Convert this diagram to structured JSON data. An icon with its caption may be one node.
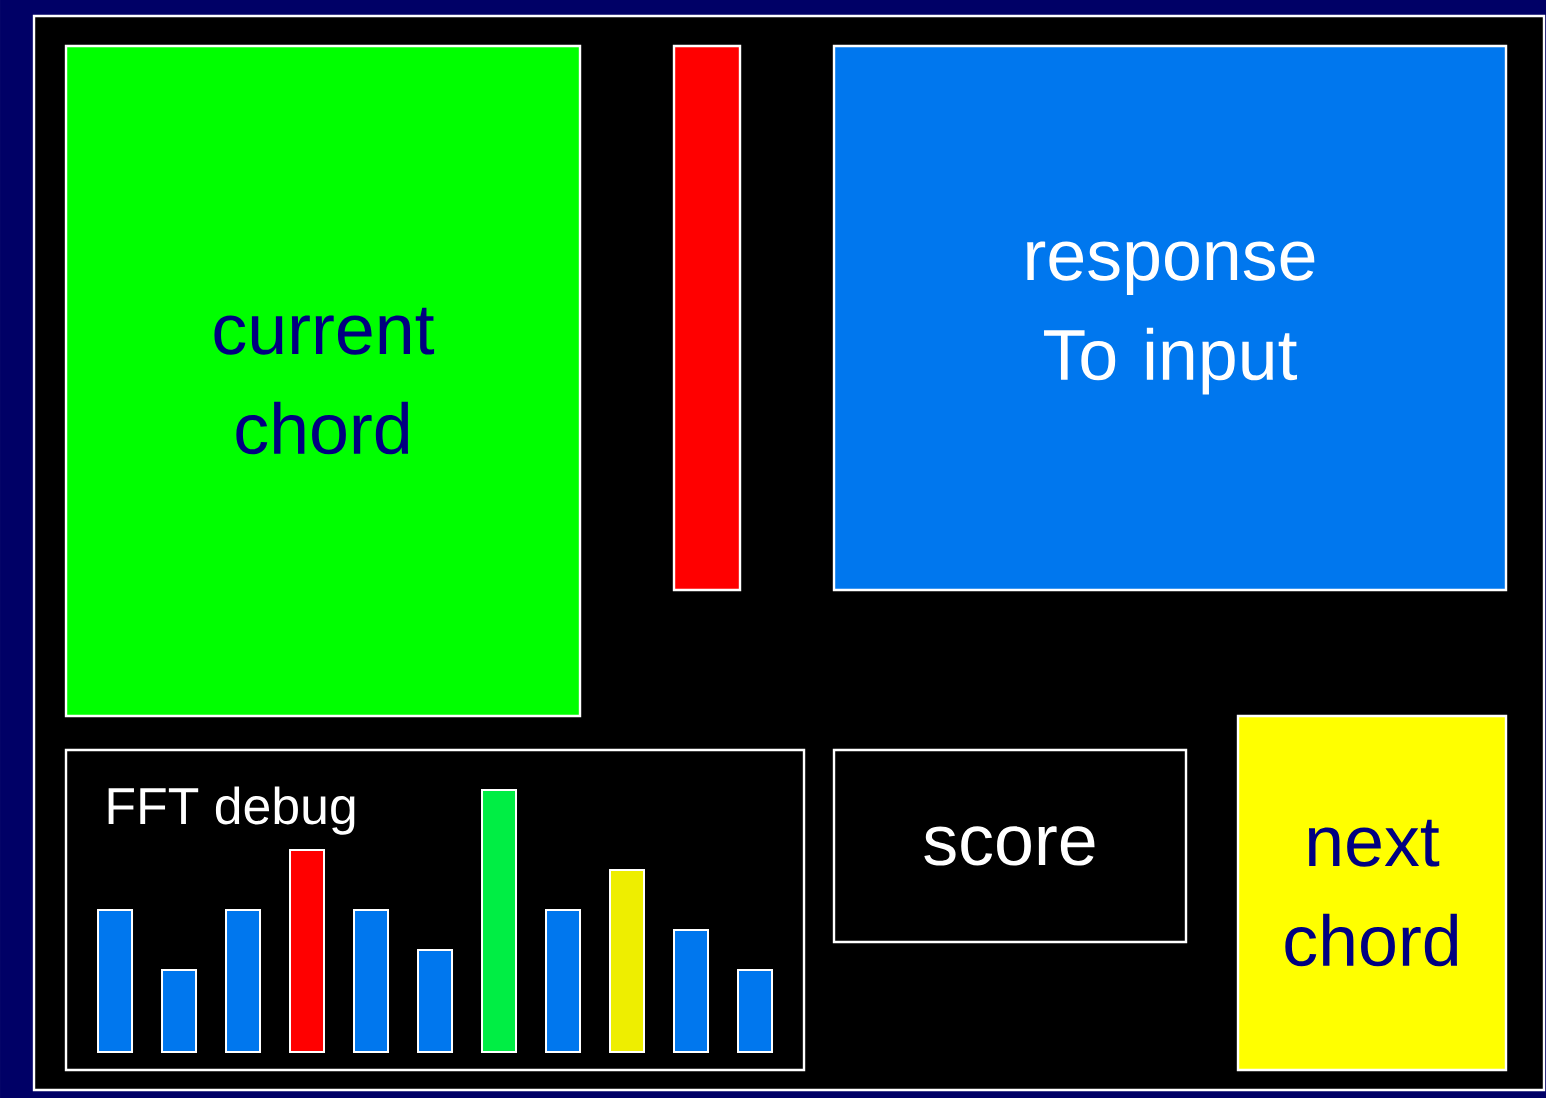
{
  "diagram": {
    "nodes": [
      {
        "text": [
          "current chord"
        ]
      },
      {
        "text": [],
        "shape": "bar"
      },
      {
        "text": [
          "response To input"
        ]
      },
      {
        "text": [
          "FFT debug"
        ]
      },
      {
        "text": [
          "score"
        ]
      },
      {
        "text": [
          "next chord"
        ]
      }
    ]
  }
}
